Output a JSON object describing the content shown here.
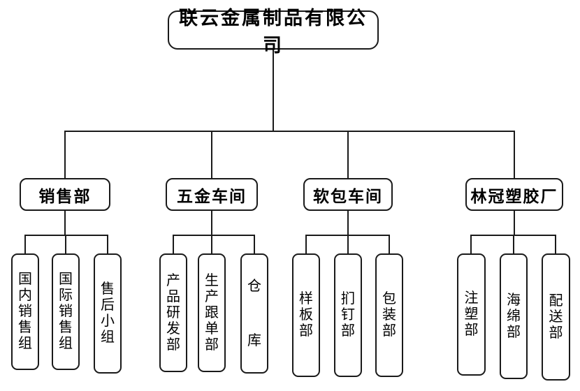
{
  "org": {
    "root": {
      "label": "联云金属制品有限公司"
    },
    "departments": [
      {
        "label": "销售部",
        "children": [
          {
            "label": "国内销售组"
          },
          {
            "label": "国际销售组"
          },
          {
            "label": "售后小组"
          }
        ]
      },
      {
        "label": "五金车间",
        "children": [
          {
            "label": "产品研发部"
          },
          {
            "label": "生产跟单部"
          },
          {
            "label": "仓库"
          }
        ]
      },
      {
        "label": "软包车间",
        "children": [
          {
            "label": "样板部"
          },
          {
            "label": "扪钉部"
          },
          {
            "label": "包装部"
          }
        ]
      },
      {
        "label": "林冠塑胶厂",
        "children": [
          {
            "label": "注塑部"
          },
          {
            "label": "海绵部"
          },
          {
            "label": "配送部"
          }
        ]
      }
    ]
  },
  "colors": {
    "line": "#1a1a1a",
    "border": "#1a1a1a",
    "text": "#000000",
    "background": "#ffffff"
  }
}
